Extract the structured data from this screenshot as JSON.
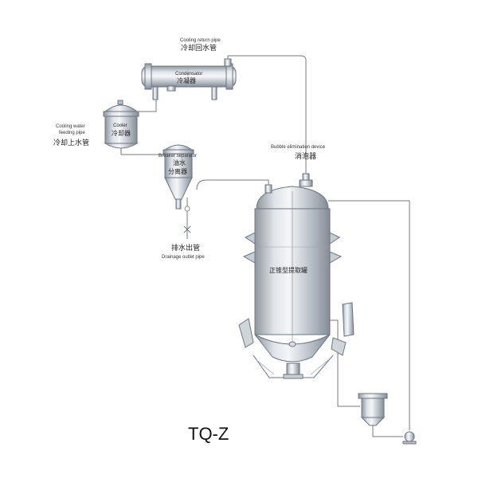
{
  "model": "TQ-Z",
  "colors": {
    "vessel_metal": "#b8bec6",
    "pipe": "#7a7a7a",
    "background": "#ffffff"
  },
  "labels": {
    "cooling_return_pipe_en": "Cooling return pipe",
    "cooling_return_pipe_cn": "冷却回水管",
    "condensator_en": "Condensator",
    "condensator_cn": "冷凝器",
    "cooler_en": "Cooler",
    "cooler_cn": "冷却器",
    "cooling_water_feeding_en_1": "Cooling water",
    "cooling_water_feeding_en_2": "feeding pipe",
    "cooling_water_feeding_cn": "冷却上水管",
    "breaker_separator_en": "Breaker separator",
    "breaker_separator_cn_1": "油水",
    "breaker_separator_cn_2": "分离器",
    "bubble_elimination_en": "Bubble elimination device",
    "bubble_elimination_cn": "消泡器",
    "drainage_outlet_cn": "排水出管",
    "drainage_outlet_en": "Drainage outlet pipe",
    "main_tank_cn": "正锥型提取罐"
  }
}
